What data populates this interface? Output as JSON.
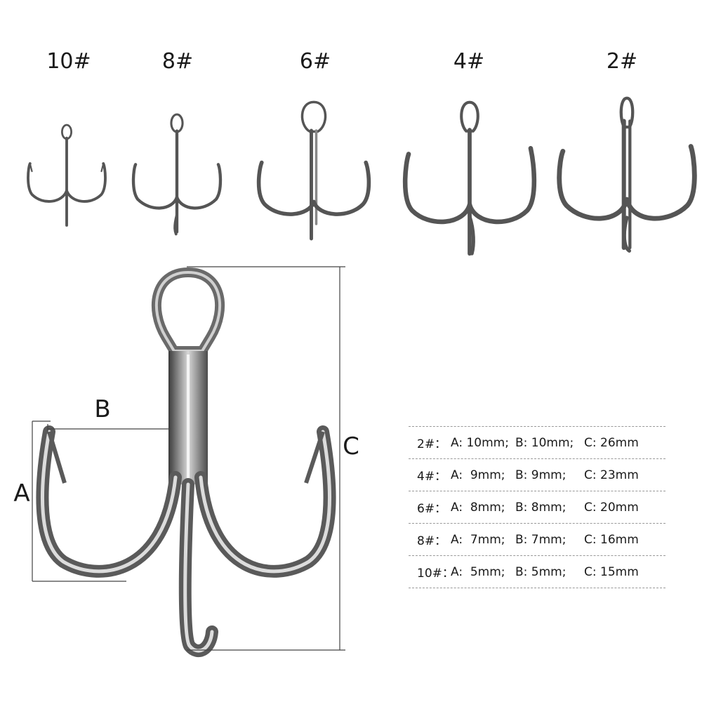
{
  "sizes": [
    "10#",
    "8#",
    "6#",
    "4#",
    "2#"
  ],
  "dimension_labels": {
    "a": "A",
    "b": "B",
    "c": "C"
  },
  "specs": [
    {
      "size": "2#：",
      "a": "A: 10mm;",
      "b": "B: 10mm;",
      "c": "C: 26mm"
    },
    {
      "size": "4#：",
      "a": "A:  9mm;",
      "b": "B: 9mm;",
      "c": "C: 23mm"
    },
    {
      "size": "6#：",
      "a": "A:  8mm;",
      "b": "B: 8mm;",
      "c": "C: 20mm"
    },
    {
      "size": "8#：",
      "a": "A:  7mm;",
      "b": "B: 7mm;",
      "c": "C: 16mm"
    },
    {
      "size": "10#：",
      "a": "A:  5mm;",
      "b": "B: 5mm;",
      "c": "C: 15mm"
    }
  ],
  "colors": {
    "metal": "#5a5a5a",
    "metal_light": "#c8c8c8",
    "line": "#444444",
    "divider": "#999999"
  }
}
